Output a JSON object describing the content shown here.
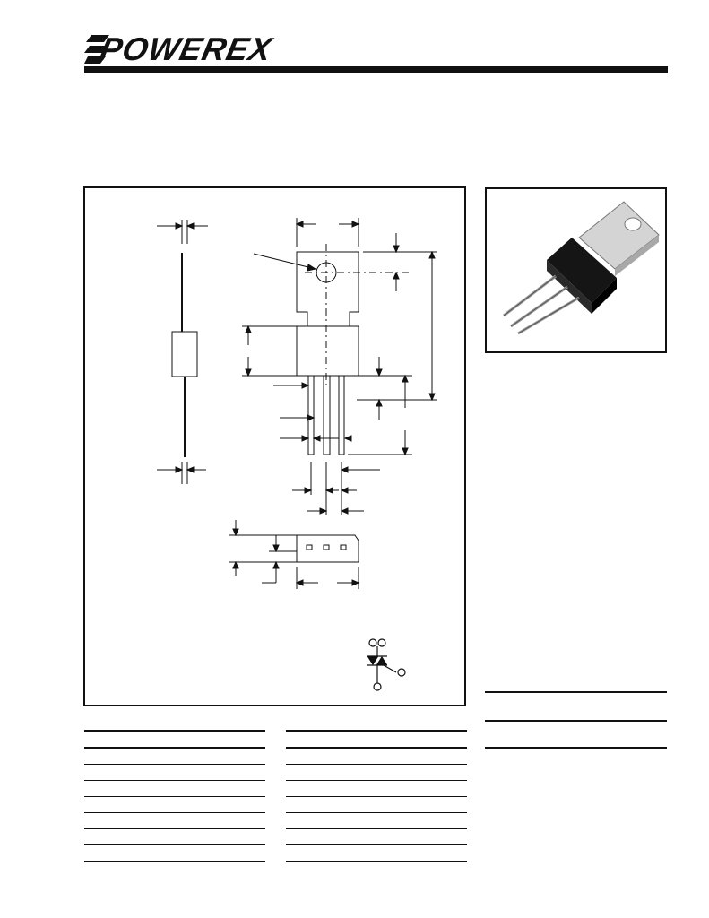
{
  "header": {
    "logo_text": "POWEREX",
    "logo_name": "powerex-logo"
  },
  "figures": {
    "outline_drawing": "outline-drawing",
    "product_photo": "product-photo",
    "schematic_symbol": "triac-symbol"
  },
  "tables": {
    "left_rows": 8,
    "right_rows": 8
  },
  "colors": {
    "ink": "#111111",
    "tab_metal": "#d9d9d9",
    "body_black": "#111111"
  }
}
